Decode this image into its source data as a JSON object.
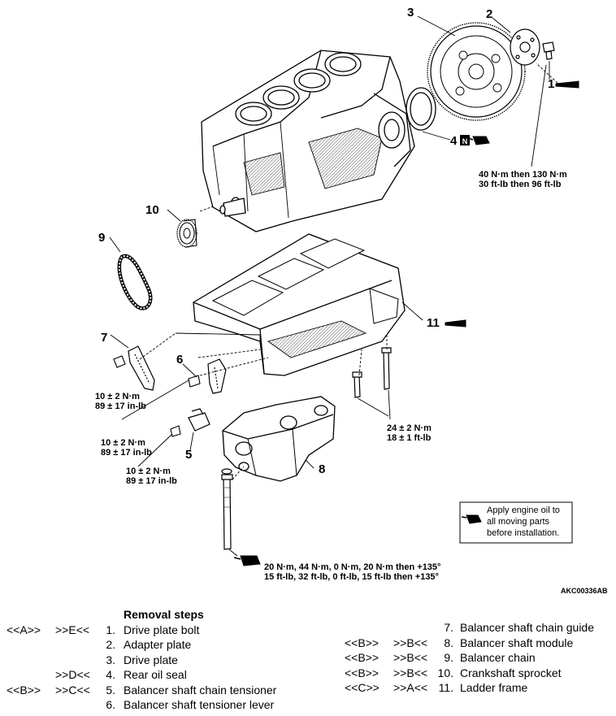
{
  "labels": {
    "l1": "1",
    "l2": "2",
    "l3": "3",
    "l4": "4",
    "l5": "5",
    "l6": "6",
    "l7": "7",
    "l8": "8",
    "l9": "9",
    "l10": "10",
    "l11": "11"
  },
  "n_symbol": "N",
  "torques": {
    "t1_a": "40 N·m then 130 N·m",
    "t1_b": "30 ft-lb then 96 ft-lb",
    "t7_a": "10 ± 2 N·m",
    "t7_b": "89 ± 17 in-lb",
    "t6_a": "10 ± 2 N·m",
    "t6_b": "89 ± 17 in-lb",
    "t5_a": "10 ± 2 N·m",
    "t5_b": "89 ± 17 in-lb",
    "t11_a": "24 ± 2 N·m",
    "t11_b": "18 ± 1 ft-lb",
    "t8_a": "20 N·m, 44 N·m, 0 N·m, 20 N·m then +135°",
    "t8_b": "15 ft-lb, 32 ft-lb, 0 ft-lb, 15 ft-lb then +135°"
  },
  "oil_note": {
    "line1": "Apply engine oil to",
    "line2": "all moving parts",
    "line3": "before installation."
  },
  "figure_code": "AKC00336AB",
  "removal_title": "Removal steps",
  "left_steps": [
    {
      "rem": "<<A>>",
      "inst": ">>E<<",
      "num": "1.",
      "name": "Drive plate bolt"
    },
    {
      "rem": "",
      "inst": "",
      "num": "2.",
      "name": "Adapter plate"
    },
    {
      "rem": "",
      "inst": "",
      "num": "3.",
      "name": "Drive plate"
    },
    {
      "rem": "",
      "inst": ">>D<<",
      "num": "4.",
      "name": "Rear oil seal"
    },
    {
      "rem": "<<B>>",
      "inst": ">>C<<",
      "num": "5.",
      "name": "Balancer shaft chain tensioner"
    },
    {
      "rem": "",
      "inst": "",
      "num": "6.",
      "name": "Balancer shaft tensioner lever"
    }
  ],
  "right_steps": [
    {
      "rem": "",
      "inst": "",
      "num": "7.",
      "name": "Balancer shaft chain guide"
    },
    {
      "rem": "<<B>>",
      "inst": ">>B<<",
      "num": "8.",
      "name": "Balancer shaft module"
    },
    {
      "rem": "<<B>>",
      "inst": ">>B<<",
      "num": "9.",
      "name": "Balancer chain"
    },
    {
      "rem": "<<B>>",
      "inst": ">>B<<",
      "num": "10.",
      "name": "Crankshaft sprocket"
    },
    {
      "rem": "<<C>>",
      "inst": ">>A<<",
      "num": "11.",
      "name": "Ladder frame"
    }
  ]
}
